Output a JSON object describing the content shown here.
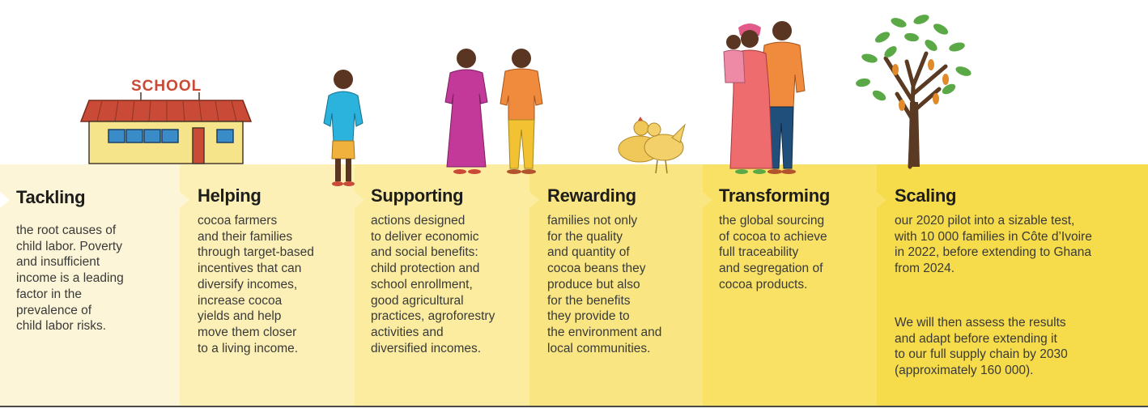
{
  "illustrations": {
    "school_sign": "SCHOOL",
    "colors": {
      "roof": "#c94a36",
      "wall": "#f6e48a",
      "window": "#3a8cc9",
      "child_shirt": "#2bb3dd",
      "woman_dress": "#c2399a",
      "man_shirt": "#f08a3c",
      "hen": "#f0c85a",
      "mother_dress": "#ee6b6e",
      "father_trousers": "#1f4f7a",
      "tree_leaf": "#5aa846"
    }
  },
  "steps": [
    {
      "title": "Tackling",
      "text": "the root causes of\nchild labor. Poverty\nand insufficient\nincome is a leading\nfactor in the\nprevalence of\nchild labor risks."
    },
    {
      "title": "Helping",
      "text": "cocoa farmers\nand their families\nthrough target-based\nincentives that can\ndiversify incomes,\nincrease cocoa\nyields and help\nmove them closer\nto a living income."
    },
    {
      "title": "Supporting",
      "text": "actions designed\nto deliver economic\nand social benefits:\nchild protection and\nschool enrollment,\ngood agricultural\npractices, agroforestry\nactivities and\ndiversified incomes."
    },
    {
      "title": "Rewarding",
      "text": "families not only\nfor the quality\nand quantity of\ncocoa beans they\nproduce but also\nfor the benefits\nthey provide to\nthe environment and\nlocal communities."
    },
    {
      "title": "Transforming",
      "text": "the global sourcing\nof cocoa to achieve\nfull traceability\nand segregation of\ncocoa products."
    },
    {
      "title": "Scaling",
      "text": "our 2020 pilot into a sizable test,\nwith 10 000 families in Côte d’Ivoire\nin 2022, before extending to Ghana\nfrom 2024.",
      "text2": "We will then assess the results\nand adapt before extending it\nto our full supply chain by 2030\n(approximately 160 000)."
    }
  ],
  "palette": [
    "#fdf5d8",
    "#fcf0b7",
    "#fbec9f",
    "#f9e682",
    "#f8e164",
    "#f6db4a"
  ]
}
